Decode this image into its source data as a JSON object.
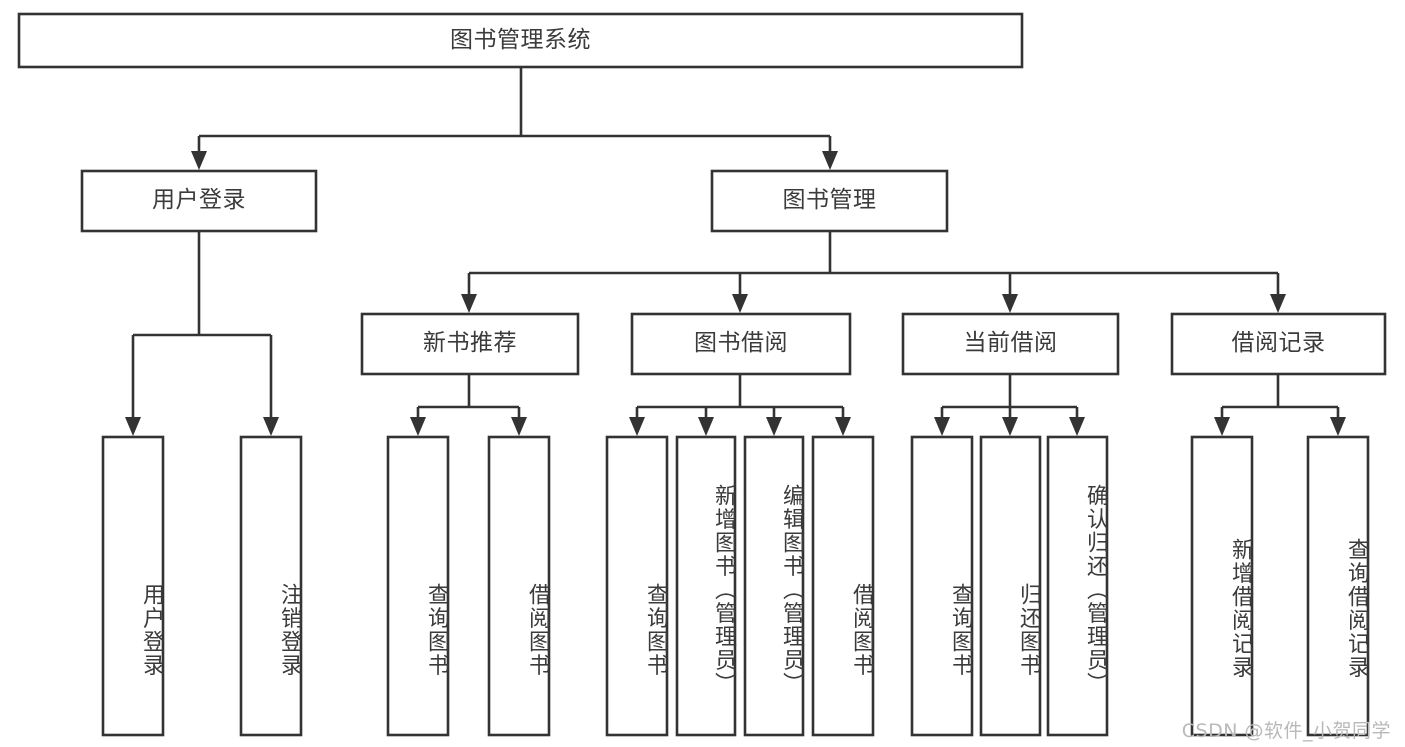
{
  "diagram": {
    "title": "图书管理系统",
    "watermark": "CSDN @软件_小贺同学",
    "colors": {
      "stroke": "#333333",
      "box_fill": "#ffffff",
      "text": "#3b3b3b",
      "watermark": "#b9b9b9",
      "background": "#ffffff"
    },
    "root": {
      "label": "图书管理系统"
    },
    "level2": [
      {
        "label": "用户登录"
      },
      {
        "label": "图书管理"
      }
    ],
    "level3": [
      {
        "label": "新书推荐"
      },
      {
        "label": "图书借阅"
      },
      {
        "label": "当前借阅"
      },
      {
        "label": "借阅记录"
      }
    ],
    "leaves": {
      "user_login": [
        {
          "label": "用户登录"
        },
        {
          "label": "注销登录"
        }
      ],
      "new_book_recommend": [
        {
          "label": "查询图书"
        },
        {
          "label": "借阅图书"
        }
      ],
      "book_borrow": [
        {
          "label": "查询图书"
        },
        {
          "label": "新增图书（管理员）"
        },
        {
          "label": "编辑图书（管理员）"
        },
        {
          "label": "借阅图书"
        }
      ],
      "current_borrow": [
        {
          "label": "查询图书"
        },
        {
          "label": "归还图书"
        },
        {
          "label": "确认归还（管理员）"
        }
      ],
      "borrow_record": [
        {
          "label": "新增借阅记录"
        },
        {
          "label": "查询借阅记录"
        }
      ]
    }
  }
}
